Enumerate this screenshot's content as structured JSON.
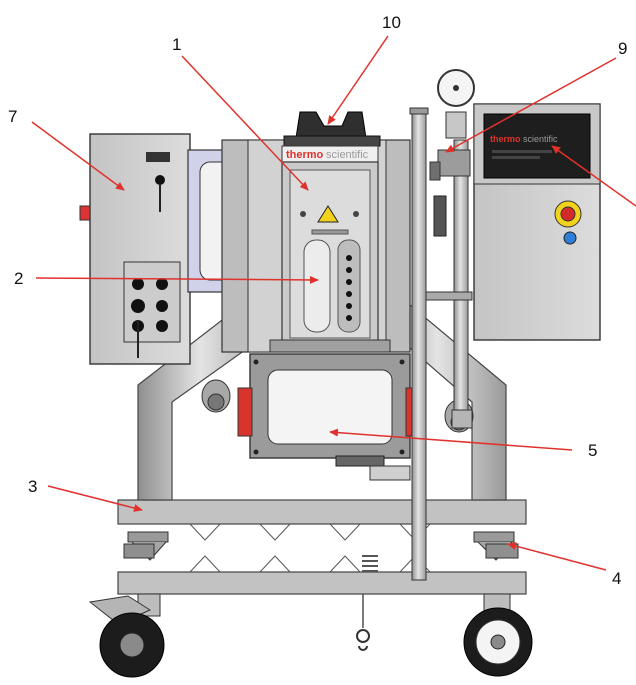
{
  "brand": {
    "word_a": "thermo",
    "word_b": "scientific"
  },
  "callouts": [
    {
      "id": "1",
      "label": "1"
    },
    {
      "id": "2",
      "label": "2"
    },
    {
      "id": "3",
      "label": "3"
    },
    {
      "id": "4",
      "label": "4"
    },
    {
      "id": "5",
      "label": "5"
    },
    {
      "id": "7",
      "label": "7"
    },
    {
      "id": "9",
      "label": "9"
    },
    {
      "id": "10",
      "label": "10"
    }
  ],
  "colors": {
    "leader": "#e0322d",
    "steel": "#c9c9c9",
    "frame": "#b7b7b7",
    "screen": "#1e1e1e",
    "brand_red": "#e0322d",
    "stop_red": "#d42a2a",
    "button_blue": "#2f7fd8",
    "stop_yellow": "#f2d21c"
  }
}
